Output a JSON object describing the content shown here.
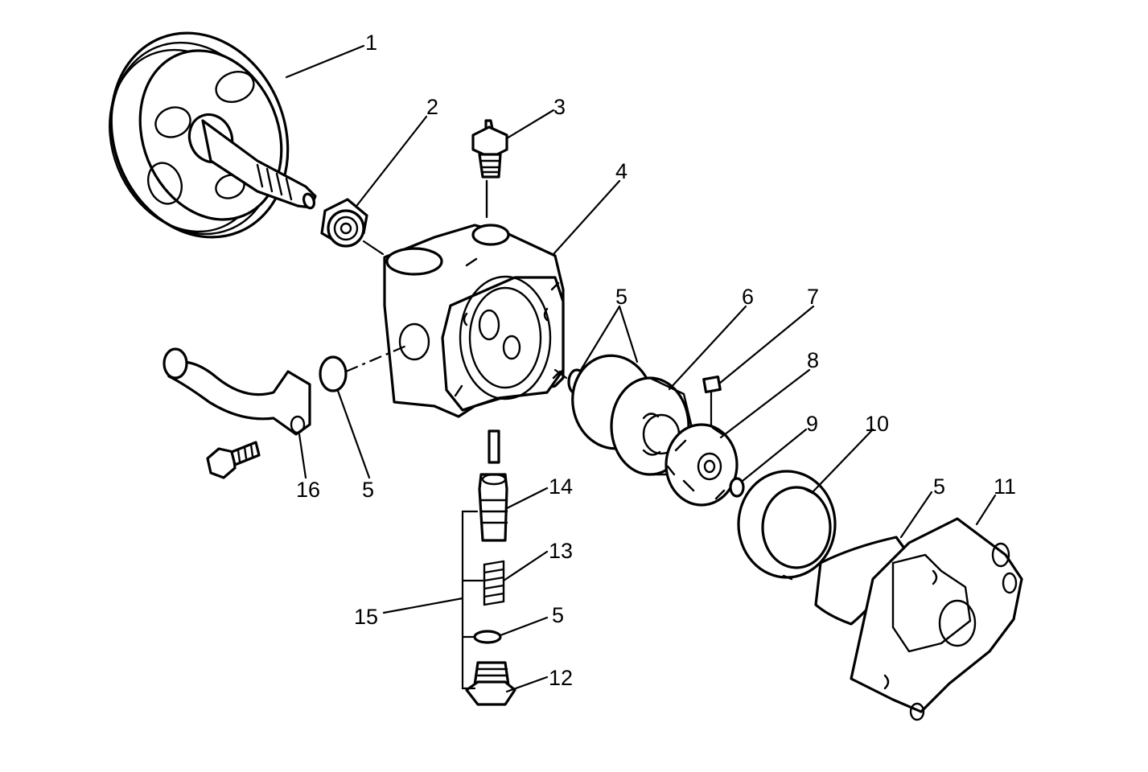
{
  "diagram": {
    "callouts": {
      "c1": "1",
      "c2": "2",
      "c3": "3",
      "c4": "4",
      "c5a": "5",
      "c5b": "5",
      "c5c": "5",
      "c5d": "5",
      "c6": "6",
      "c7": "7",
      "c8": "8",
      "c9": "9",
      "c10": "10",
      "c11": "11",
      "c12": "12",
      "c13": "13",
      "c14": "14",
      "c15": "15",
      "c16": "16"
    },
    "colors": {
      "line": "#000000",
      "background": "#ffffff"
    }
  }
}
